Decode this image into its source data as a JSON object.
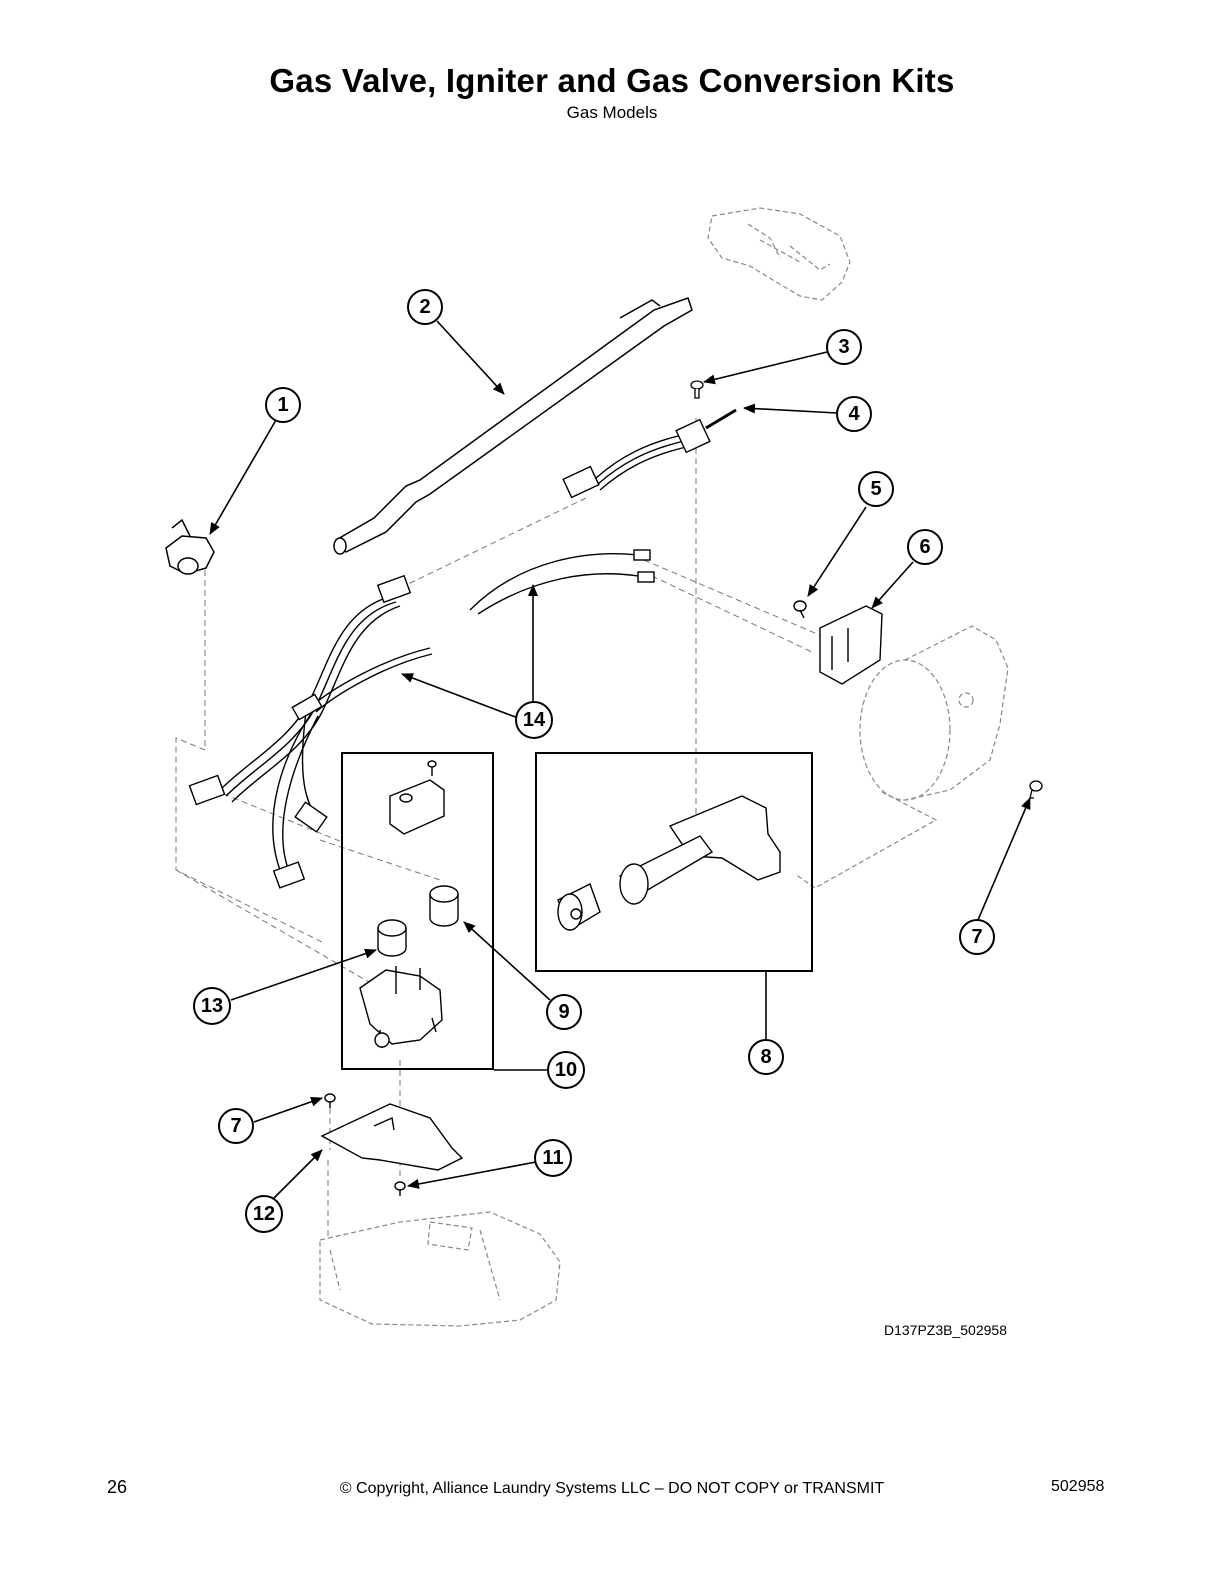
{
  "header": {
    "title": "Gas Valve, Igniter and Gas Conversion Kits",
    "subtitle": "Gas Models"
  },
  "diagram": {
    "drawing_id": "D137PZ3B_502958",
    "callouts": [
      "1",
      "2",
      "3",
      "4",
      "5",
      "6",
      "7",
      "8",
      "9",
      "10",
      "11",
      "12",
      "13",
      "14",
      "7"
    ]
  },
  "footer": {
    "page_number": "26",
    "copyright": "© Copyright, Alliance Laundry Systems LLC – DO NOT COPY or TRANSMIT",
    "document_number": "502958"
  }
}
